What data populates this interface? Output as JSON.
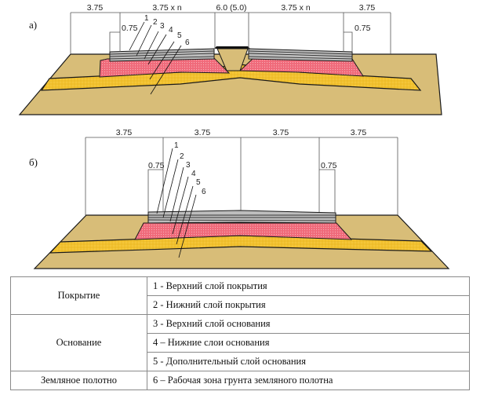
{
  "colors": {
    "soil": "#d8bd78",
    "sand": "#f2c12e",
    "base": "#f06a7a",
    "asphalt": "#bdbdbd",
    "outline": "#1a1a1a",
    "dim_line": "#555555"
  },
  "diagram_a": {
    "label": "а)",
    "dims": {
      "shoulder_left": "3.75",
      "lanes_left": "3.75 x n",
      "median": "6.0 (5.0)",
      "lanes_right": "3.75 x n",
      "shoulder_right": "3.75",
      "strip_left": "0.75",
      "strip_right": "0.75"
    },
    "callouts": [
      "1",
      "2",
      "3",
      "4",
      "5",
      "6"
    ]
  },
  "diagram_b": {
    "label": "б)",
    "dims": {
      "shoulder_left": "3.75",
      "lane_1": "3.75",
      "lane_2": "3.75",
      "shoulder_right": "3.75",
      "strip_left": "0.75",
      "strip_right": "0.75"
    },
    "callouts": [
      "1",
      "2",
      "3",
      "4",
      "5",
      "6"
    ]
  },
  "legend": {
    "groups": [
      {
        "name": "Покрытие",
        "items": [
          "1 - Верхний слой покрытия",
          "2 - Нижний слой покрытия"
        ]
      },
      {
        "name": "Основание",
        "items": [
          "3 - Верхний слой основания",
          "4 – Нижние слои основания",
          "5 - Дополнительный слой основания"
        ]
      },
      {
        "name": "Земляное полотно",
        "items": [
          "6 – Рабочая зона грунта земляного полотна"
        ]
      }
    ]
  }
}
